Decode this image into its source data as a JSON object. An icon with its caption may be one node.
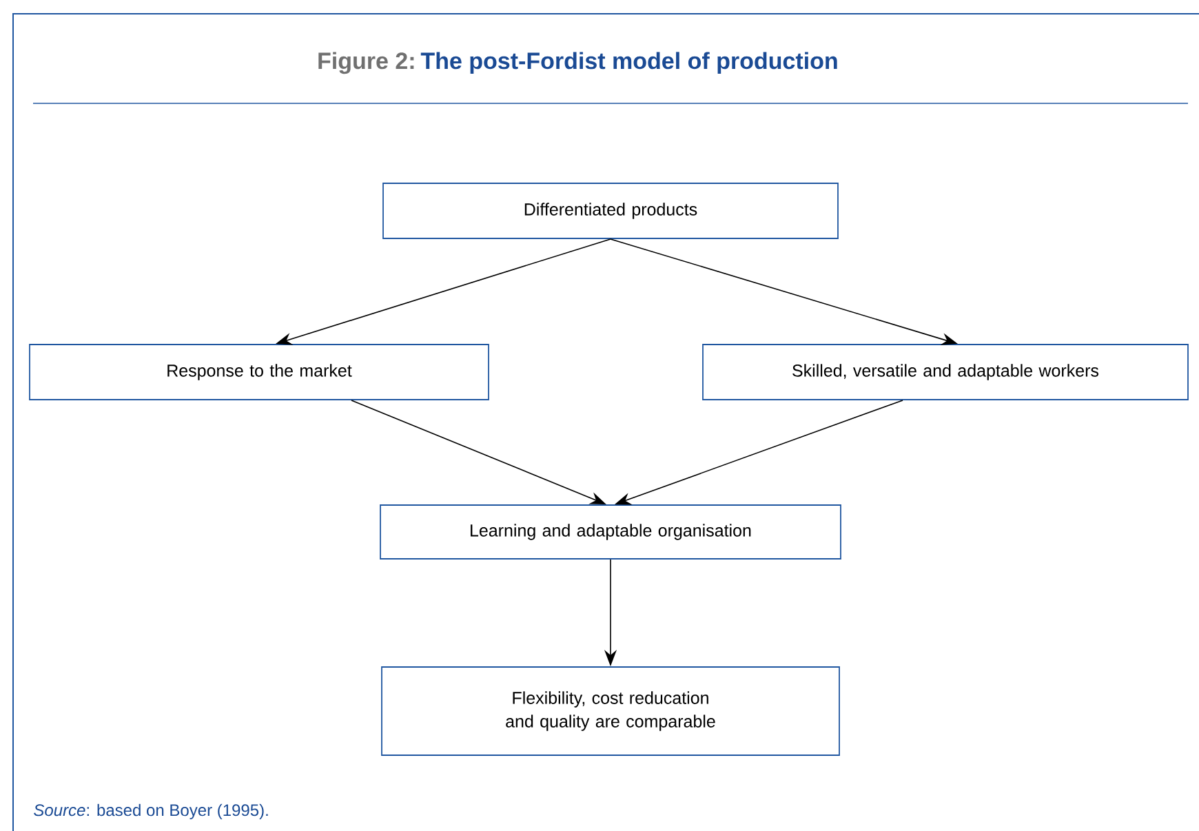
{
  "diagram": {
    "title": "The post-Fordist model of production",
    "caption": "*Source*: based on Boyer (1995).",
    "labels": [
      "Figure 2:"
    ],
    "nodes": [
      {
        "text": [
          "Differentiated products"
        ]
      },
      {
        "text": [
          "Response to the market"
        ]
      },
      {
        "text": [
          "Skilled, versatile and adaptable workers"
        ]
      },
      {
        "text": [
          "Learning and adaptable organisation"
        ]
      },
      {
        "text": [
          "Flexibility, cost reducation and quality are comparable"
        ]
      }
    ],
    "edges": [
      {
        "from": 0,
        "to": 1,
        "arrow": "to"
      },
      {
        "from": 0,
        "to": 2,
        "arrow": "to"
      },
      {
        "from": 1,
        "to": 3,
        "arrow": "to"
      },
      {
        "from": 2,
        "to": 3,
        "arrow": "to"
      },
      {
        "from": 3,
        "to": 4,
        "arrow": "to"
      }
    ]
  }
}
